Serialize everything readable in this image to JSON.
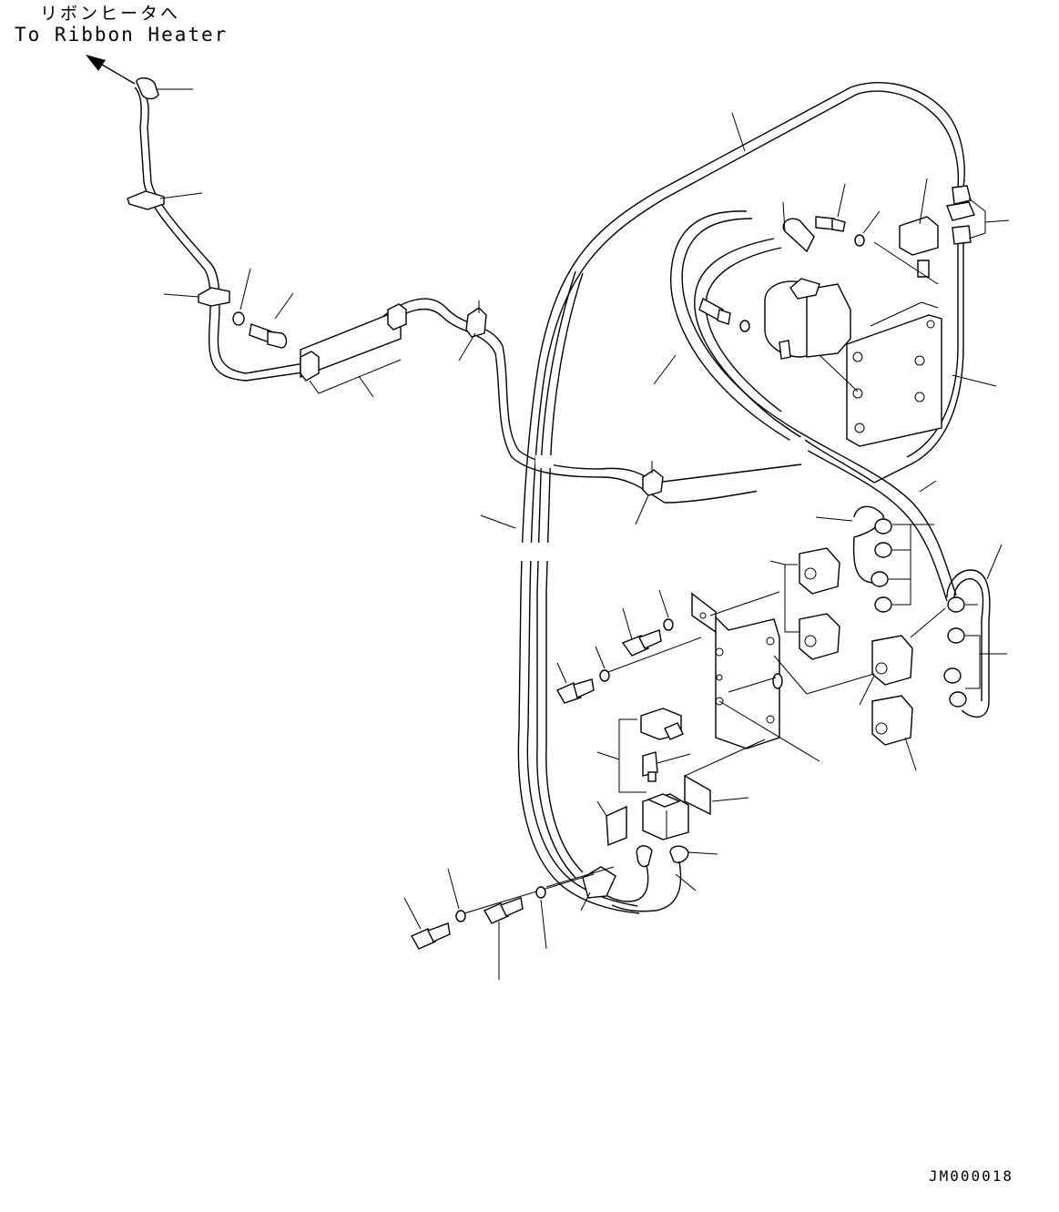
{
  "annotation": {
    "destination_jp": "リボンヒータへ",
    "destination_en": "To Ribbon Heater"
  },
  "drawing_code": "JM000018"
}
